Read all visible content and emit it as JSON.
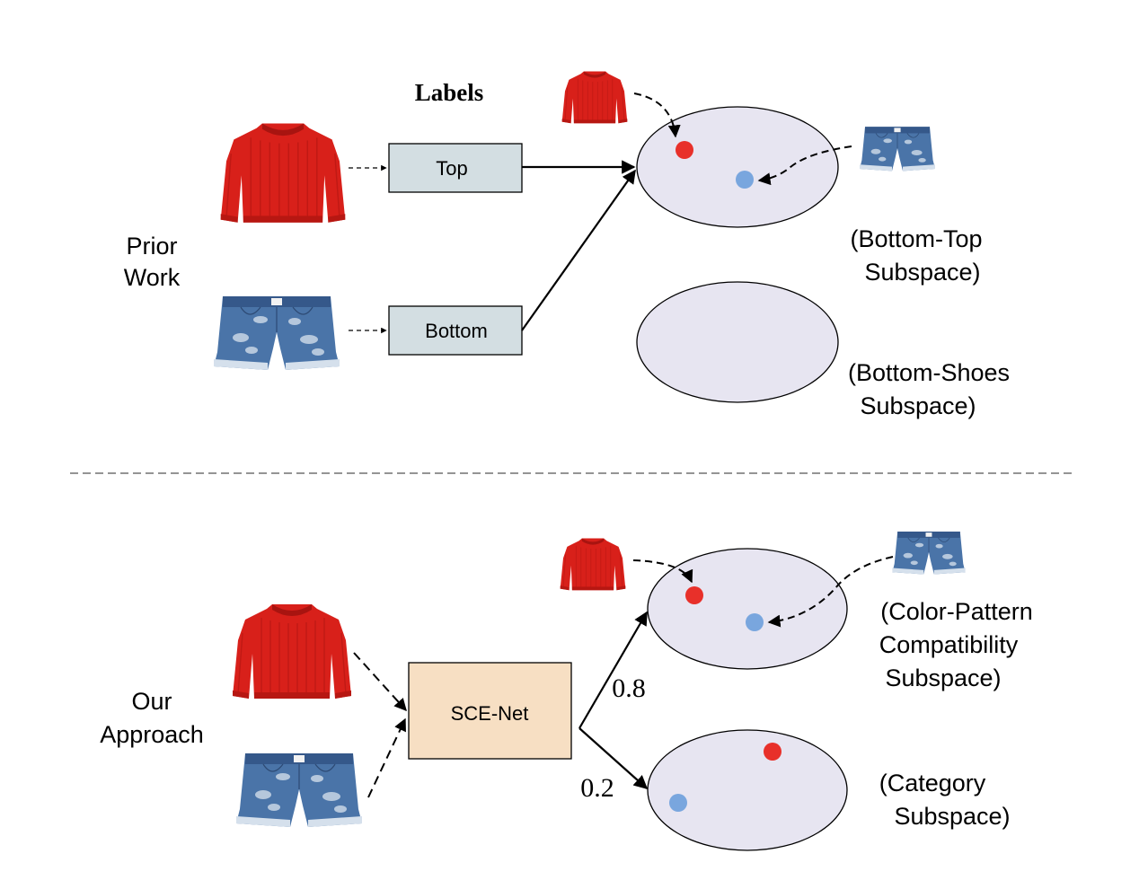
{
  "prior": {
    "section_label": [
      "Prior",
      "Work"
    ],
    "labels_title": "Labels",
    "top_box": "Top",
    "bottom_box": "Bottom",
    "subspace_top": [
      "(Bottom-Top",
      "Subspace)"
    ],
    "subspace_shoes": [
      "(Bottom-Shoes",
      "Subspace)"
    ]
  },
  "ours": {
    "section_label": [
      "Our",
      "Approach"
    ],
    "network_box": "SCE-Net",
    "weight_upper": "0.8",
    "weight_lower": "0.2",
    "subspace_color": [
      "(Color-Pattern",
      "Compatibility",
      "Subspace)"
    ],
    "subspace_category": [
      "(Category",
      "Subspace)"
    ]
  },
  "colors": {
    "sweater": "#d8201a",
    "denim": "#4a74a8",
    "top_point": "#e8302a",
    "bottom_point": "#79a6de",
    "subspace_fill": "#e7e5f1",
    "label_box_fill": "#d3dee2",
    "sce_box_fill": "#f7dfc3"
  },
  "icons": [
    "sweater-icon",
    "denim-shorts-icon"
  ]
}
